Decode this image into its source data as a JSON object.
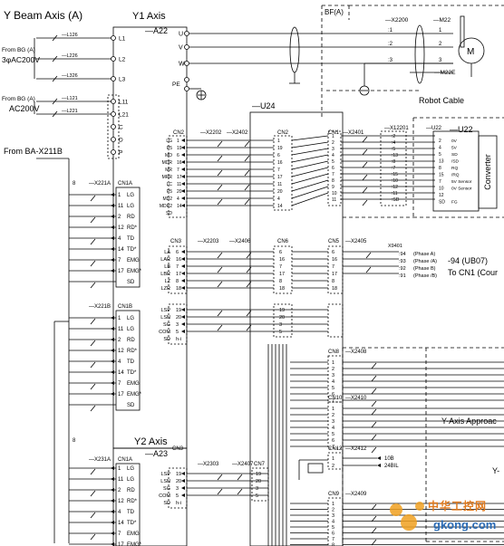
{
  "headings": {
    "beam_axis": "Y Beam Axis (A)",
    "y1_axis": "Y1 Axis",
    "y2_axis": "Y2 Axis",
    "a22": "—A22",
    "a23": "—A23",
    "u24": "—U24",
    "u22": "—U22",
    "m22": "—M22",
    "m22e": "—M22E",
    "bf": "BF(A)",
    "robot_cable": "Robot Cable",
    "converter": "Converter",
    "from_ba": "From BA-X211B",
    "from_bg_a1": "From BG (A)",
    "ac3": "3φAC200V",
    "from_bg_a2": "From BG (A)",
    "ac1": "AC200V",
    "phase_94": "-94 (UB07)",
    "to_cn1": "To CN1 (Cour",
    "approach": "Y-Axis Approac",
    "y_trunc": "Y-",
    "x9401": "X9401",
    "x2200": "—X2200",
    "pe": "PE"
  },
  "power_lines": [
    {
      "wire": "—L126",
      "term": "L1"
    },
    {
      "wire": "—L226",
      "term": "L2"
    },
    {
      "wire": "—L326",
      "term": "L3"
    },
    {
      "wire": "—L121",
      "term": "L11"
    },
    {
      "wire": "—L221",
      "term": "L21"
    }
  ],
  "dc_terms": [
    "C",
    "D",
    "P"
  ],
  "motor_terms": [
    {
      "label": "U",
      "pin": ":1",
      "n": "1"
    },
    {
      "label": "V",
      "pin": ":2",
      "n": "2"
    },
    {
      "label": "W",
      "pin": ":3",
      "n": "3"
    }
  ],
  "cn2_left": {
    "connector": "CN2",
    "harness": "—X2202",
    "harness2": "—X2402",
    "rows": [
      {
        "sig": "LG",
        "pin": "1"
      },
      {
        "sig": "P5",
        "pin": "19"
      },
      {
        "sig": "MO",
        "pin": "6"
      },
      {
        "sig": "MDR",
        "pin": "16"
      },
      {
        "sig": "MR",
        "pin": "7"
      },
      {
        "sig": "MRR",
        "pin": "17"
      },
      {
        "sig": "LC",
        "pin": "11"
      },
      {
        "sig": "P5",
        "pin": "20"
      },
      {
        "sig": "MD2",
        "pin": "4"
      },
      {
        "sig": "MDR2",
        "pin": "14"
      },
      {
        "sig": "SD",
        "pin": ""
      }
    ],
    "mid_pins": [
      "1",
      "19",
      "6",
      "16",
      "7",
      "17",
      "11",
      "20",
      "4",
      "14"
    ]
  },
  "cn1_right": {
    "connector": "CN1",
    "harness": "—X2401",
    "pins": [
      "1",
      "2",
      "3",
      "4",
      "5",
      "6",
      "7",
      "8",
      "9",
      "10",
      "11"
    ],
    "x12201": "—X12201",
    "x_pins": [
      ":2",
      ":4",
      ":5",
      ":13",
      ":8",
      ":7",
      ":15",
      ":10",
      ":12",
      ":11",
      ":SD"
    ],
    "u22_pins": [
      {
        "n": "2",
        "sig": "0V"
      },
      {
        "n": "4",
        "sig": "5V"
      },
      {
        "n": "5",
        "sig": "SD"
      },
      {
        "n": "13",
        "sig": "/SD"
      },
      {
        "n": "8",
        "sig": "RQ"
      },
      {
        "n": "15",
        "sig": "/RQ"
      },
      {
        "n": "7",
        "sig": "5V Sensor"
      },
      {
        "n": "10",
        "sig": "0V Sensor"
      },
      {
        "n": "12",
        "sig": ""
      },
      {
        "n": "SD",
        "sig": "FG"
      }
    ],
    "u22_harness": "—U22",
    "m_pins": [
      ":2",
      ":4",
      ":5",
      ":13",
      ":8",
      ":7",
      ":15",
      ":10"
    ]
  },
  "cn3_left": {
    "connector": "CN3",
    "harness": "—X2203",
    "harness2": "—X2406",
    "mid": "CN6",
    "rows": [
      {
        "sig": "LA",
        "pin": "6"
      },
      {
        "sig": "LAR",
        "pin": "16"
      },
      {
        "sig": "LB",
        "pin": "7"
      },
      {
        "sig": "LBR",
        "pin": "17"
      },
      {
        "sig": "LZ",
        "pin": "8"
      },
      {
        "sig": "LZR",
        "pin": "18"
      }
    ],
    "mid_pins": [
      "6",
      "16",
      "7",
      "17",
      "8",
      "18"
    ]
  },
  "cn5": {
    "connector": "CN5",
    "harness": "—X2405",
    "pins": [
      "6",
      "16",
      "7",
      "17",
      "8",
      "18"
    ],
    "phases": [
      {
        "p": ":94",
        "t": "(Phase A)"
      },
      {
        "p": ":93",
        "t": "(Phase /A)"
      },
      {
        "p": ":92",
        "t": "(Phase B)"
      },
      {
        "p": ":91",
        "t": "(Phase /B)"
      }
    ]
  },
  "cn3_lower": {
    "rows": [
      {
        "sig": "LSP",
        "pin": "19"
      },
      {
        "sig": "LSN",
        "pin": "20"
      },
      {
        "sig": "SG",
        "pin": "3"
      },
      {
        "sig": "COM",
        "pin": "5"
      },
      {
        "sig": "SD",
        "pin": "h-i"
      }
    ],
    "mid_pins": [
      "19",
      "20",
      "3",
      "5"
    ]
  },
  "cn8": {
    "connector": "CN8",
    "harness": "—X2408",
    "pins": [
      "1",
      "2",
      "3",
      "4",
      "5",
      "6",
      "7"
    ]
  },
  "cn10": {
    "connector": "CN10",
    "harness": "—X2410",
    "pins": [
      "1",
      "2",
      "3",
      "4",
      "5",
      "6",
      "7"
    ]
  },
  "cn12": {
    "connector": "CN12",
    "harness": "—X2412",
    "pins": [
      "1",
      "2"
    ],
    "labels": [
      "10B",
      "24BIL"
    ]
  },
  "cn9": {
    "connector": "CN9",
    "harness": "—X2409",
    "pins": [
      "1",
      "2",
      "3",
      "4",
      "5",
      "6",
      "7",
      "8"
    ]
  },
  "cn1a": {
    "connector": "CN1A",
    "harness": "—X221A",
    "rows": [
      {
        "pin": "1",
        "sig": "LG"
      },
      {
        "pin": "11",
        "sig": "LG"
      },
      {
        "pin": "2",
        "sig": "RD"
      },
      {
        "pin": "12",
        "sig": "RD*"
      },
      {
        "pin": "4",
        "sig": "TD"
      },
      {
        "pin": "14",
        "sig": "TD*"
      },
      {
        "pin": "7",
        "sig": "EMG"
      },
      {
        "pin": "17",
        "sig": "EMG*"
      },
      {
        "pin": "",
        "sig": "SD"
      }
    ]
  },
  "cn1b": {
    "connector": "CN1B",
    "harness": "—X221B",
    "rows": [
      {
        "pin": "1",
        "sig": "LG"
      },
      {
        "pin": "11",
        "sig": "LG"
      },
      {
        "pin": "2",
        "sig": "RD"
      },
      {
        "pin": "12",
        "sig": "RD*"
      },
      {
        "pin": "4",
        "sig": "TD"
      },
      {
        "pin": "14",
        "sig": "TD*"
      },
      {
        "pin": "7",
        "sig": "EMG"
      },
      {
        "pin": "17",
        "sig": "EMG*"
      },
      {
        "pin": "",
        "sig": "SD"
      }
    ]
  },
  "cn1a_y2": {
    "connector": "CN1A",
    "harness": "—X231A",
    "rows": [
      {
        "pin": "1",
        "sig": "LG"
      },
      {
        "pin": "11",
        "sig": "LG"
      },
      {
        "pin": "2",
        "sig": "RD"
      },
      {
        "pin": "12",
        "sig": "RD*"
      },
      {
        "pin": "4",
        "sig": "TD"
      },
      {
        "pin": "14",
        "sig": "TD*"
      },
      {
        "pin": "7",
        "sig": "EMG"
      },
      {
        "pin": "17",
        "sig": "EMG*"
      }
    ]
  },
  "y2_cn3": {
    "connector": "CN3",
    "harness": "—X2303",
    "harness2": "—X2407",
    "mid": "CN7",
    "rows": [
      {
        "sig": "LSP",
        "pin": "19"
      },
      {
        "sig": "LSN",
        "pin": "20"
      },
      {
        "sig": "SG",
        "pin": "3"
      },
      {
        "sig": "COM",
        "pin": "5"
      },
      {
        "sig": "SD",
        "pin": "h-i"
      }
    ],
    "mid_pins": [
      "19",
      "20",
      "3",
      "5"
    ]
  },
  "cable_counts": {
    "a": "8",
    "b": "8"
  },
  "watermark": {
    "cn": "中华工控网",
    "url": "gkong.com"
  }
}
